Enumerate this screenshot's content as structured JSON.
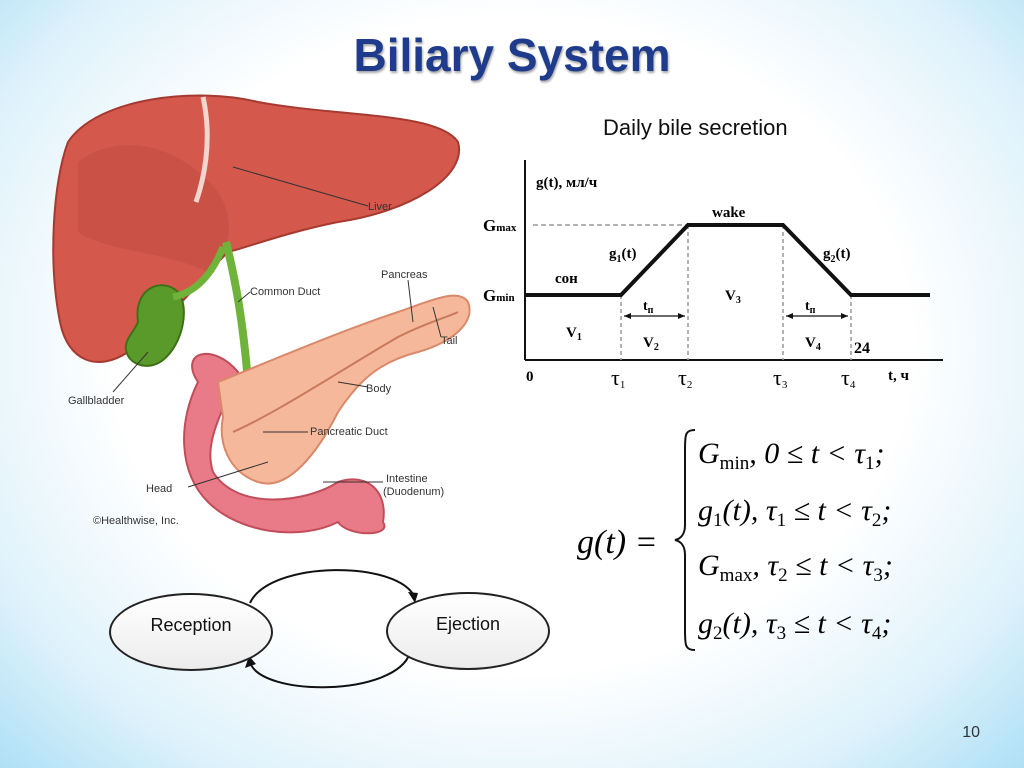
{
  "slide": {
    "title": "Biliary System",
    "page_number": "10"
  },
  "anatomy": {
    "labels": {
      "liver": "Liver",
      "common_duct": "Common Duct",
      "pancreas": "Pancreas",
      "tail": "Tail",
      "body": "Body",
      "gallbladder": "Gallbladder",
      "pancreatic_duct": "Pancreatic Duct",
      "head": "Head",
      "intestine": "Intestine",
      "duodenum": "(Duodenum)"
    },
    "watermark": "©Healthwise, Inc."
  },
  "bile_chart": {
    "caption": "Daily bile secretion",
    "y_axis_label": "g(t), мл/ч",
    "x_axis_label": "t, ч",
    "gmax_label": "G",
    "gmax_sub": "max",
    "gmin_label": "G",
    "gmin_sub": "min",
    "wake_label": "wake",
    "sleep_label": "сон",
    "g1": "g",
    "g1_sub": "1",
    "g1_arg": "(t)",
    "g2": "g",
    "g2_sub": "2",
    "g2_arg": "(t)",
    "tn_label": "t",
    "tn_sub": "п",
    "v_label": "V",
    "v1_sub": "1",
    "v2_sub": "2",
    "v3_sub": "3",
    "v4_sub": "4",
    "origin": "0",
    "end_hour": "24",
    "tau": "τ",
    "tau1_sub": "1",
    "tau2_sub": "2",
    "tau3_sub": "3",
    "tau4_sub": "4"
  },
  "cycle": {
    "node_left": "Reception",
    "node_right": "Ejection"
  },
  "formula": {
    "lhs": "g(t) =",
    "cases": [
      {
        "fn": "G",
        "sub": "min",
        "cond_a": ", 0 ≤ t < τ",
        "cond_sub": "1",
        "end": ";"
      },
      {
        "fn": "g",
        "sub": "1",
        "arg": "(t)",
        "cond_a": ", τ",
        "cond_sub_a": "1",
        "cond_b": " ≤ t < τ",
        "cond_sub": "2",
        "end": ";"
      },
      {
        "fn": "G",
        "sub": "max",
        "cond_a": ", τ",
        "cond_sub_a": "2",
        "cond_b": " ≤ t < τ",
        "cond_sub": "3",
        "end": ";"
      },
      {
        "fn": "g",
        "sub": "2",
        "arg": "(t)",
        "cond_a": ", τ",
        "cond_sub_a": "3",
        "cond_b": " ≤ t < τ",
        "cond_sub": "4",
        "end": ";"
      }
    ]
  }
}
